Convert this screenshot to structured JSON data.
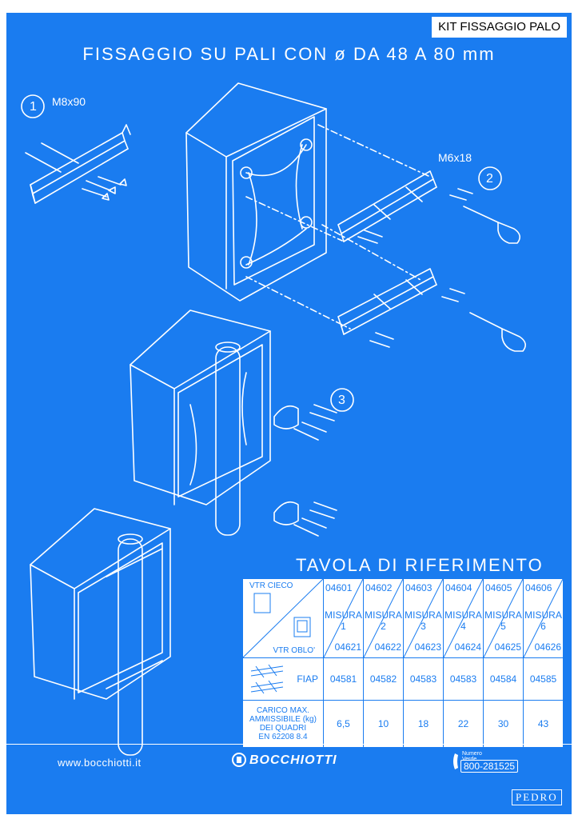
{
  "header": {
    "badge": "KIT FISSAGGIO PALO",
    "title": "FISSAGGIO SU PALI CON ø DA 48 A 80 mm"
  },
  "steps": [
    {
      "number": "1",
      "screw": "M8x90"
    },
    {
      "number": "2",
      "screw": "M6x18"
    },
    {
      "number": "3"
    }
  ],
  "reference_table": {
    "title": "TAVOLA DI RIFERIMENTO",
    "row_labels": {
      "vtr_cieco": "VTR CIECO",
      "vtr_oblo": "VTR OBLO'",
      "fiap": "FIAP",
      "load": [
        "CARICO MAX.",
        "AMMISSIBILE (kg)",
        "DEI QUADRI",
        "EN 62208 8.4"
      ]
    },
    "misura_label": "MISURA",
    "columns": [
      {
        "cieco": "04601",
        "misura": "1",
        "oblo": "04621",
        "fiap": "04581",
        "load": "6,5"
      },
      {
        "cieco": "04602",
        "misura": "2",
        "oblo": "04622",
        "fiap": "04582",
        "load": "10"
      },
      {
        "cieco": "04603",
        "misura": "3",
        "oblo": "04623",
        "fiap": "04583",
        "load": "18"
      },
      {
        "cieco": "04604",
        "misura": "4",
        "oblo": "04624",
        "fiap": "04583",
        "load": "22"
      },
      {
        "cieco": "04605",
        "misura": "5",
        "oblo": "04625",
        "fiap": "04584",
        "load": "30"
      },
      {
        "cieco": "04606",
        "misura": "6",
        "oblo": "04626",
        "fiap": "04585",
        "load": "43"
      }
    ]
  },
  "footer": {
    "website": "www.bocchiotti.it",
    "brand": "BOCCHIOTTI",
    "numero_verde_label": "Numero Verde",
    "phone": "800-281525",
    "designer": "PEDRO"
  },
  "colors": {
    "background": "#1a7cf0",
    "line": "#ffffff"
  }
}
